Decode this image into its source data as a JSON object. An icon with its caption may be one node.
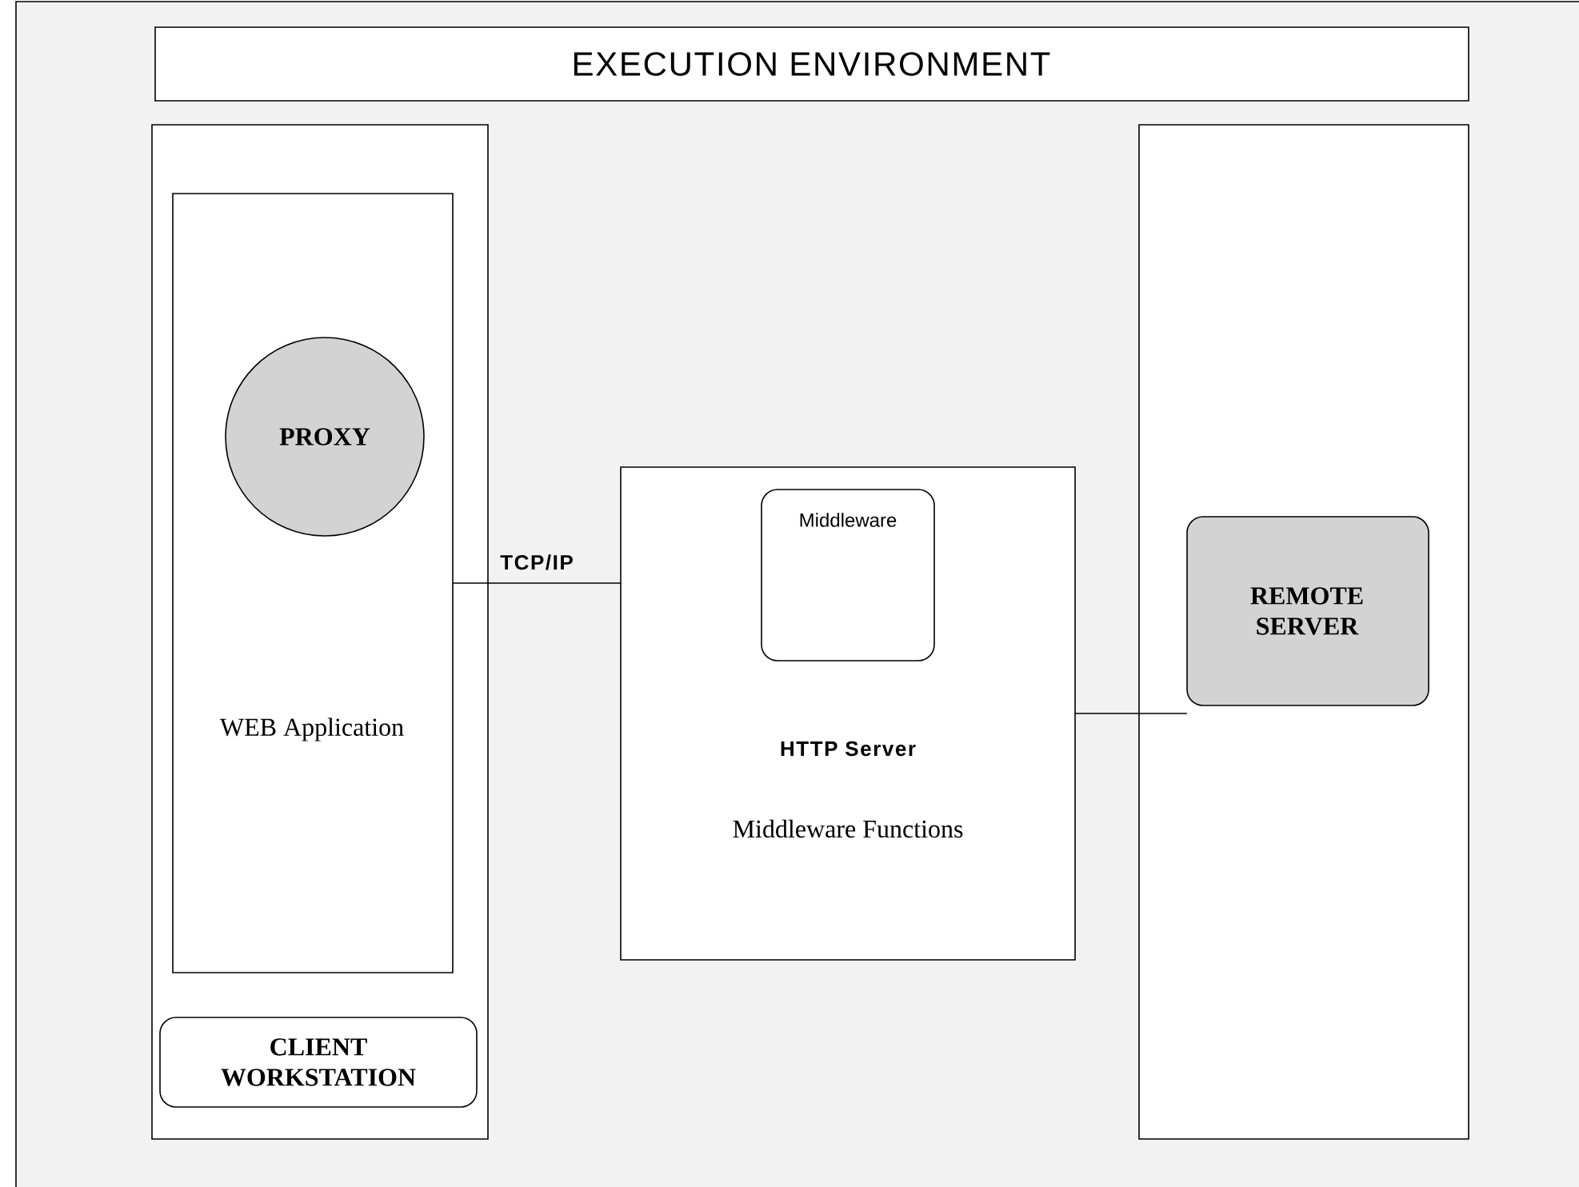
{
  "diagram": {
    "nodes": [
      {
        "text": [
          "EXECUTION ENVIRONMENT"
        ]
      },
      {
        "text": [],
        "shape": "box"
      },
      {
        "text": [
          "WEB Application"
        ],
        "in": 1
      },
      {
        "text": [
          "PROXY"
        ],
        "in": 2
      },
      {
        "text": [
          "CLIENT WORKSTATION"
        ],
        "in": 1
      },
      {
        "text": [
          "HTTP Server",
          "Middleware Functions"
        ]
      },
      {
        "text": [
          "Middleware"
        ],
        "in": 5
      },
      {
        "text": [],
        "shape": "box"
      },
      {
        "text": [
          "REMOTE SERVER"
        ],
        "in": 7
      }
    ],
    "edges": [
      {
        "from": 2,
        "to": 5,
        "arrow": "none",
        "label": "TCP/IP"
      },
      {
        "from": 5,
        "to": 8,
        "arrow": "none"
      }
    ]
  }
}
